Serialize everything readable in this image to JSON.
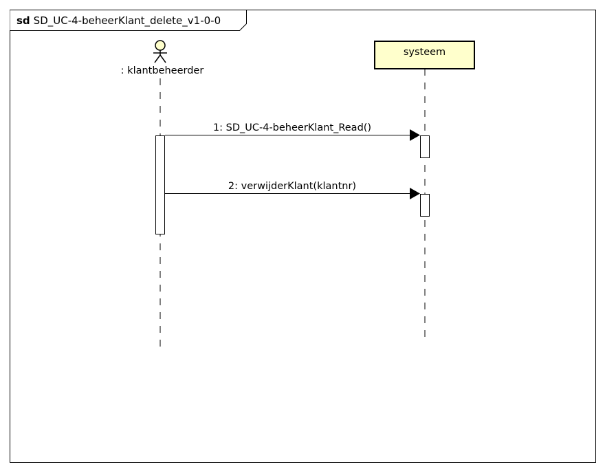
{
  "frame": {
    "keyword": "sd",
    "name": "SD_UC-4-beheerKlant_delete_v1-0-0"
  },
  "lifelines": {
    "actor": {
      "label": ": klantbeheerder"
    },
    "system": {
      "label": "systeem",
      "fill": "#ffffcc"
    }
  },
  "messages": [
    {
      "label": "1: SD_UC-4-beheerKlant_Read()"
    },
    {
      "label": "2: verwijderKlant(klantnr)"
    }
  ],
  "colors": {
    "line": "#000000",
    "actor_head": "#ffffcc",
    "system_box": "#ffffcc"
  }
}
